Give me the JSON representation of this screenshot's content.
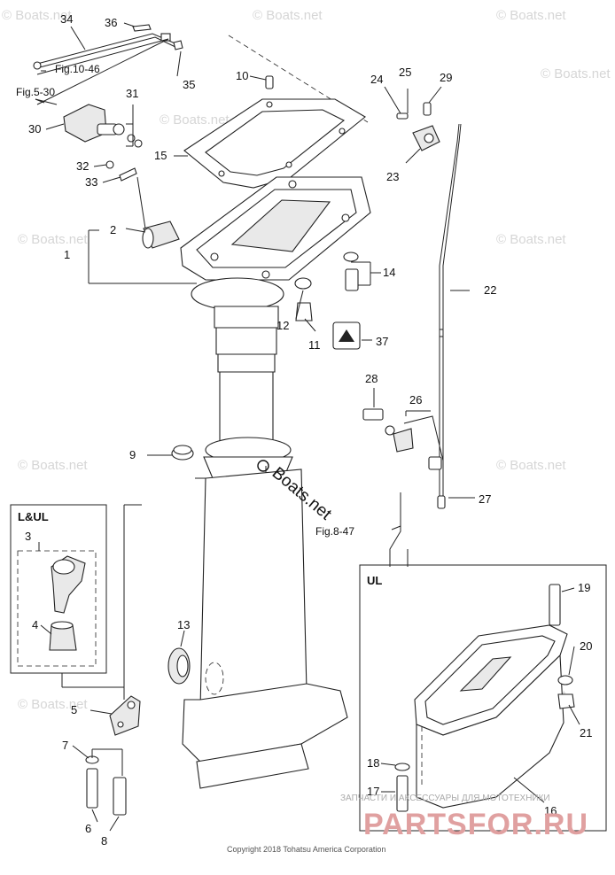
{
  "callouts": {
    "c1": "1",
    "c2": "2",
    "c3": "3",
    "c4": "4",
    "c5": "5",
    "c6": "6",
    "c7": "7",
    "c8": "8",
    "c9": "9",
    "c10": "10",
    "c11": "11",
    "c12": "12",
    "c13": "13",
    "c14": "14",
    "c15": "15",
    "c16": "16",
    "c17": "17",
    "c18": "18",
    "c19": "19",
    "c20": "20",
    "c21": "21",
    "c22": "22",
    "c23": "23",
    "c24": "24",
    "c25": "25",
    "c26": "26",
    "c27": "27",
    "c28": "28",
    "c29": "29",
    "c30": "30",
    "c31": "31",
    "c32": "32",
    "c33": "33",
    "c34": "34",
    "c35": "35",
    "c36": "36",
    "c37": "37"
  },
  "refs": {
    "fig_10_46": "Fig.10-46",
    "fig_5_30": "Fig.5-30",
    "fig_8_47": "Fig.8-47"
  },
  "boxes": {
    "lul_title": "L&UL",
    "ul_title": "UL"
  },
  "watermark": {
    "text": "© Boats.net",
    "center_text": "Boats.net"
  },
  "footer": {
    "copyright": "Copyright 2018 Tohatsu America Corporation"
  },
  "shop": {
    "tagline": "ЗАПЧАСТИ И АКСЕССУАРЫ ДЛЯ МОТОТЕХНИКИ",
    "name": "PARTSFOR.RU"
  }
}
